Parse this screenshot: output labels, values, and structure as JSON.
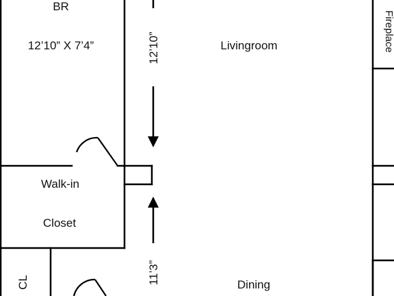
{
  "rooms": {
    "bedroom": {
      "name": "BR",
      "dimensions": "12’10” X 7’4”"
    },
    "walk_in_closet": {
      "line1": "Walk-in",
      "line2": "Closet"
    },
    "closet": {
      "name": "CL"
    },
    "living_room": {
      "name": "Livingroom",
      "dimension": "12’10”"
    },
    "dining": {
      "name": "Dining",
      "dimension": "11’3”"
    },
    "fireplace": {
      "name": "Fireplace"
    }
  }
}
